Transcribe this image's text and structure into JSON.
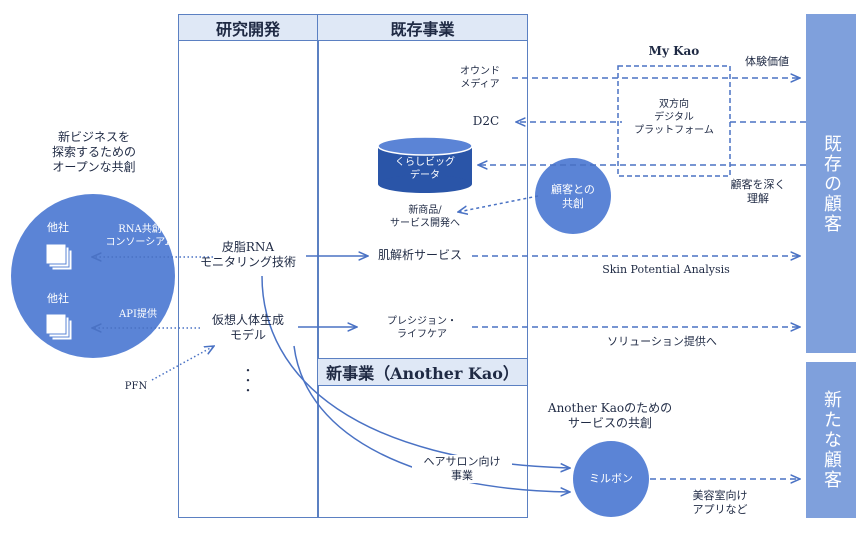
{
  "columns": {
    "rnd": "研究開発",
    "existing": "既存事業",
    "new_business": "新事業（Another Kao）"
  },
  "right_bars": {
    "existing_customers": "既存の顧客",
    "new_customers": "新たな顧客"
  },
  "left": {
    "open_cocreation": [
      "新ビジネスを",
      "探索するための",
      "オープンな共創"
    ],
    "other_company_1": "他社",
    "other_company_2": "他社",
    "rna_consortium": [
      "RNA共創",
      "コンソーシアム"
    ],
    "api_provision": "API提供",
    "pfn": "PFN"
  },
  "rnd": {
    "skin_rna": [
      "皮脂RNA",
      "モニタリング技術"
    ],
    "virtual_body": [
      "仮想人体生成",
      "モデル"
    ],
    "ellipsis": "・\n・\n・"
  },
  "existing": {
    "owned_media": [
      "オウンド",
      "メディア"
    ],
    "d2c": "D2C",
    "big_data": [
      "くらしビッグ",
      "データ"
    ],
    "new_product": [
      "新商品/",
      "サービス開発へ"
    ],
    "customer_cocreation": [
      "顧客との",
      "共創"
    ],
    "skin_analysis_service": "肌解析サービス",
    "precision_lifecare": [
      "プレシジョン・",
      "ライフケア"
    ],
    "my_kao": "My Kao",
    "platform": [
      "双方向",
      "デジタル",
      "プラットフォーム"
    ],
    "experience_value": "体験価値",
    "deep_understanding": [
      "顧客を深く",
      "理解"
    ],
    "skin_potential": "Skin Potential Analysis",
    "solution": "ソリューション提供へ"
  },
  "new_business": {
    "another_kao_cocreation": [
      "Another Kaoのための",
      "サービスの共創"
    ],
    "hair_salon": [
      "ヘアサロン向け",
      "事業"
    ],
    "milbon": "ミルボン",
    "salon_app": [
      "美容室向け",
      "アプリなど"
    ]
  },
  "colors": {
    "accent": "#4a72c4",
    "circle": "#5b84d6",
    "bar": "#7fa0dc",
    "header_fill": "#dfe8f6"
  }
}
